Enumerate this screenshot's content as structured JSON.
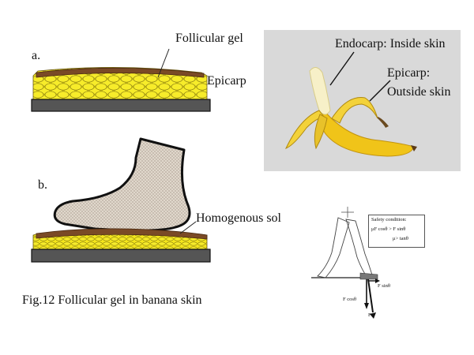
{
  "panel_a": {
    "label": "a.",
    "follicular_gel": "Follicular gel",
    "epicarp": "Epicarp"
  },
  "panel_b": {
    "label": "b.",
    "homogenous_sol": "Homogenous sol"
  },
  "caption": "Fig.12    Follicular gel in banana skin",
  "banana_photo": {
    "endocarp": "Endocarp: Inside skin",
    "epicarp_line1": "Epicarp:",
    "epicarp_line2": "Outside skin"
  },
  "slip_diagram": {
    "safety_title": "Safety condition:",
    "safety_eq1": "μF cosθ > F sinθ",
    "safety_eq2": "μ> tanθ",
    "force_sin": "F sinθ",
    "force_cos": "F cosθ",
    "force_f": "F"
  },
  "colors": {
    "gel_yellow": "#f4e61c",
    "skin_brown": "#7a4a26",
    "plate_gray": "#555555",
    "photo_bg": "#d9d9d9"
  }
}
